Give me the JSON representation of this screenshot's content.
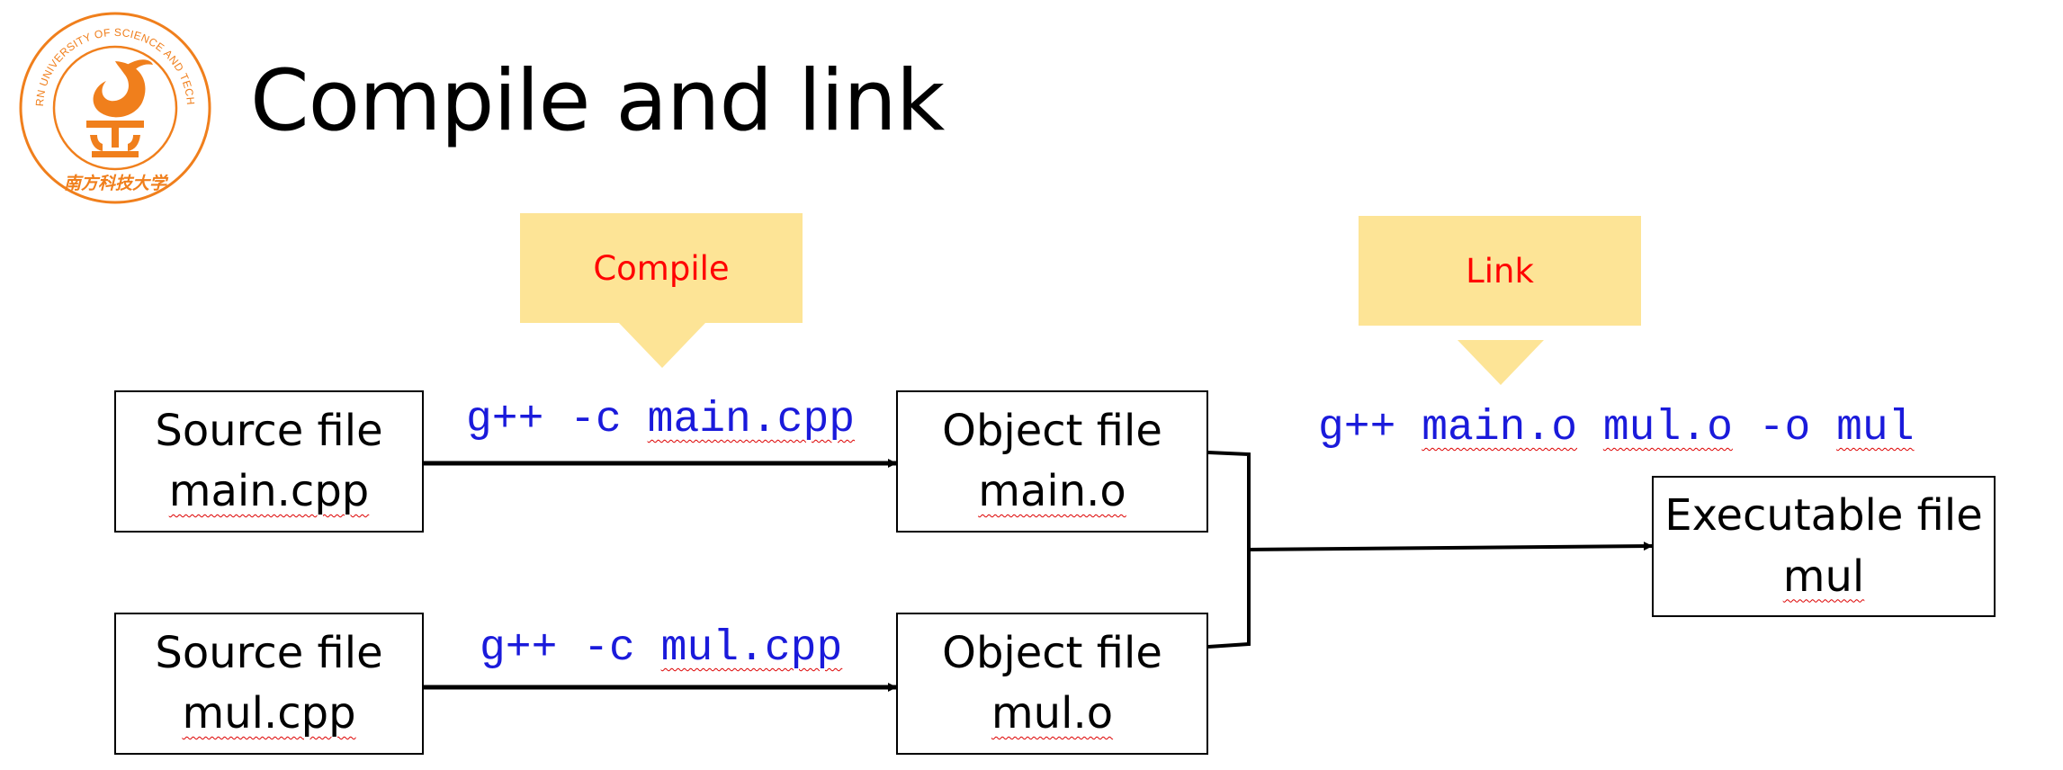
{
  "title": "Compile and link",
  "logo": {
    "text_top": "SOUTHERN UNIVERSITY OF SCIENCE AND TECHNOLOGY",
    "text_bottom": "南方科技大学",
    "color": "#f07f1c"
  },
  "callouts": {
    "compile": "Compile",
    "link": "Link"
  },
  "commands": {
    "compile_main": {
      "prefix": "g++ -c ",
      "file": "main.cpp"
    },
    "compile_mul": {
      "prefix": "g++ -c ",
      "file": "mul.cpp"
    },
    "link": {
      "prefix": "g++ ",
      "obj1": "main.o",
      "obj2": "mul.o",
      "flag": "-o",
      "out": "mul"
    }
  },
  "boxes": {
    "source_main": {
      "line1": "Source file",
      "line2": "main.cpp"
    },
    "source_mul": {
      "line1": "Source file",
      "line2": "mul.cpp"
    },
    "object_main": {
      "line1": "Object file",
      "line2": "main.o"
    },
    "object_mul": {
      "line1": "Object file",
      "line2": "mul.o"
    },
    "executable": {
      "line1": "Executable file",
      "line2": "mul"
    }
  },
  "colors": {
    "callout_fill": "#fde496",
    "callout_text": "#ff0000",
    "command_text": "#1a1adb"
  }
}
